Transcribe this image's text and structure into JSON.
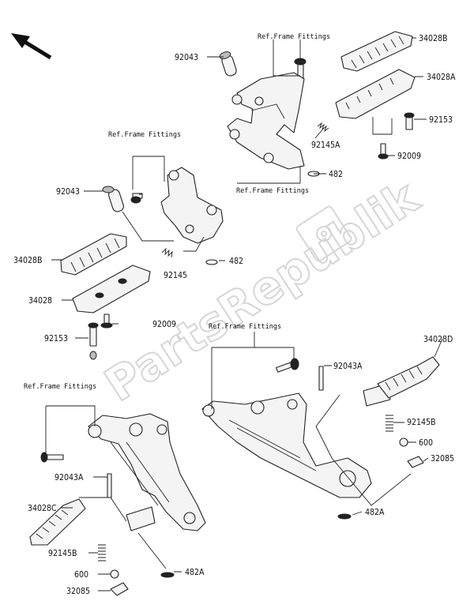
{
  "watermark": "PartsRepublik",
  "refs": {
    "r1": "Ref.Frame Fittings",
    "r2": "Ref.Frame Fittings",
    "r3": "Ref.Frame Fittings",
    "r4": "Ref.Frame Fittings",
    "r5": "Ref.Frame Fittings"
  },
  "parts": {
    "p92043_tr": "92043",
    "p34028B_tr": "34028B",
    "p34028A": "34028A",
    "p92153_tr": "92153",
    "p92145A": "92145A",
    "p92009_tr": "92009",
    "p482_tr": "482",
    "p92043_l": "92043",
    "p34028B_l": "34028B",
    "p92145": "92145",
    "p482_l": "482",
    "p34028": "34028",
    "p92009_l": "92009",
    "p92153_l": "92153",
    "p92043A_r": "92043A",
    "p34028D": "34028D",
    "p92145B_r": "92145B",
    "p600_r": "600",
    "p32085_r": "32085",
    "p482A_r": "482A",
    "p92043A_l": "92043A",
    "p34028C": "34028C",
    "p92145B_l": "92145B",
    "p600_l": "600",
    "p32085_l": "32085",
    "p482A_l": "482A"
  }
}
